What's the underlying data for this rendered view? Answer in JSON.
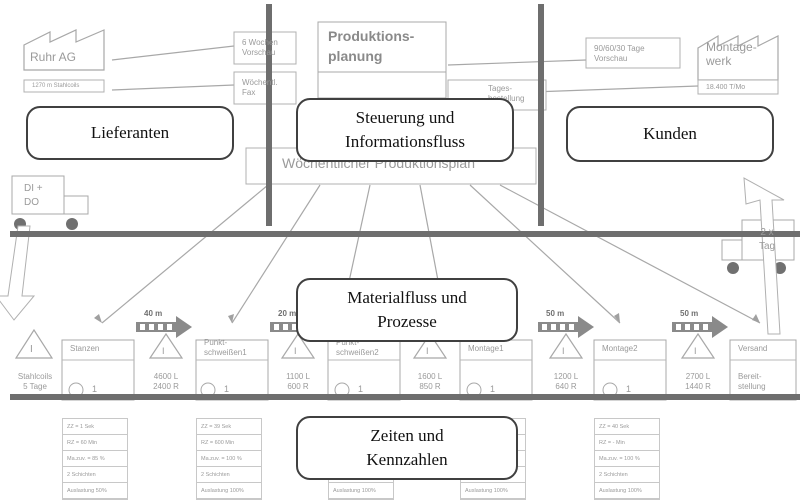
{
  "entities": {
    "supplier": "Ruhr AG",
    "planning": "Produktions-\nplanung",
    "customer": "Montage-\nwerk",
    "truck_left": "DI +\nDO",
    "truck_right": "2 x\nTag"
  },
  "info": {
    "supplier_forecast": "6 Wochen\nVorschau",
    "supplier_fax": "Wöchentl.\nFax",
    "customer_forecast": "90/60/30 Tage\nVorschau",
    "daily_order": "Tages-\nbestellung",
    "supplier_qty": "1270 m Stahlcoils",
    "customer_qty": "18.400 T/Mo",
    "weekly_plan": "Wöchentlicher Produktionsplan"
  },
  "processes": [
    {
      "name": "Stanzen"
    },
    {
      "name": "Punkt-\nschweißen1"
    },
    {
      "name": "Punkt-\nschweißen2"
    },
    {
      "name": "Montage1"
    },
    {
      "name": "Montage2"
    },
    {
      "name": "Versand"
    }
  ],
  "inventory": [
    {
      "symbol": "I",
      "text": "Stahlcoils\n5 Tage"
    },
    {
      "symbol": "I",
      "text": "4600 L\n2400 R"
    },
    {
      "symbol": "I",
      "text": "1100 L\n600 R"
    },
    {
      "symbol": "I",
      "text": "1600 L\n850 R"
    },
    {
      "symbol": "I",
      "text": "1200 L\n640 R"
    },
    {
      "symbol": "I",
      "text": "2700 L\n1440 R"
    }
  ],
  "operators": [
    "1",
    "1",
    "1",
    "1",
    "1"
  ],
  "shipping_text": "Bereit-\nstellung",
  "distances": [
    "40 m",
    "20 m",
    "50 m",
    "50 m"
  ],
  "kpis": [
    [
      "ZZ = 1 Sek",
      "RZ = 60 Min",
      "Ma.zuv. = 85 %",
      "2 Schichten",
      "Auslastung 50%"
    ],
    [
      "ZZ = 39 Sek",
      "RZ = 600 Min",
      "Ma.zuv. = 100 %",
      "2 Schichten",
      "Auslastung 100%"
    ],
    [
      "",
      "",
      "",
      "",
      "Auslastung 100%"
    ],
    [
      "",
      "",
      "",
      "",
      "Auslastung 100%"
    ],
    [
      "ZZ = 40 Sek",
      "RZ = - Min",
      "Ma.zuv. = 100 %",
      "2 Schichten",
      "Auslastung 100%"
    ]
  ],
  "labels": {
    "lieferanten": "Lieferanten",
    "steuerung": "Steuerung und\nInformationsfluss",
    "kunden": "Kunden",
    "materialfluss": "Materialfluss und\nProzesse",
    "zeiten": "Zeiten und\nKennzahlen"
  }
}
